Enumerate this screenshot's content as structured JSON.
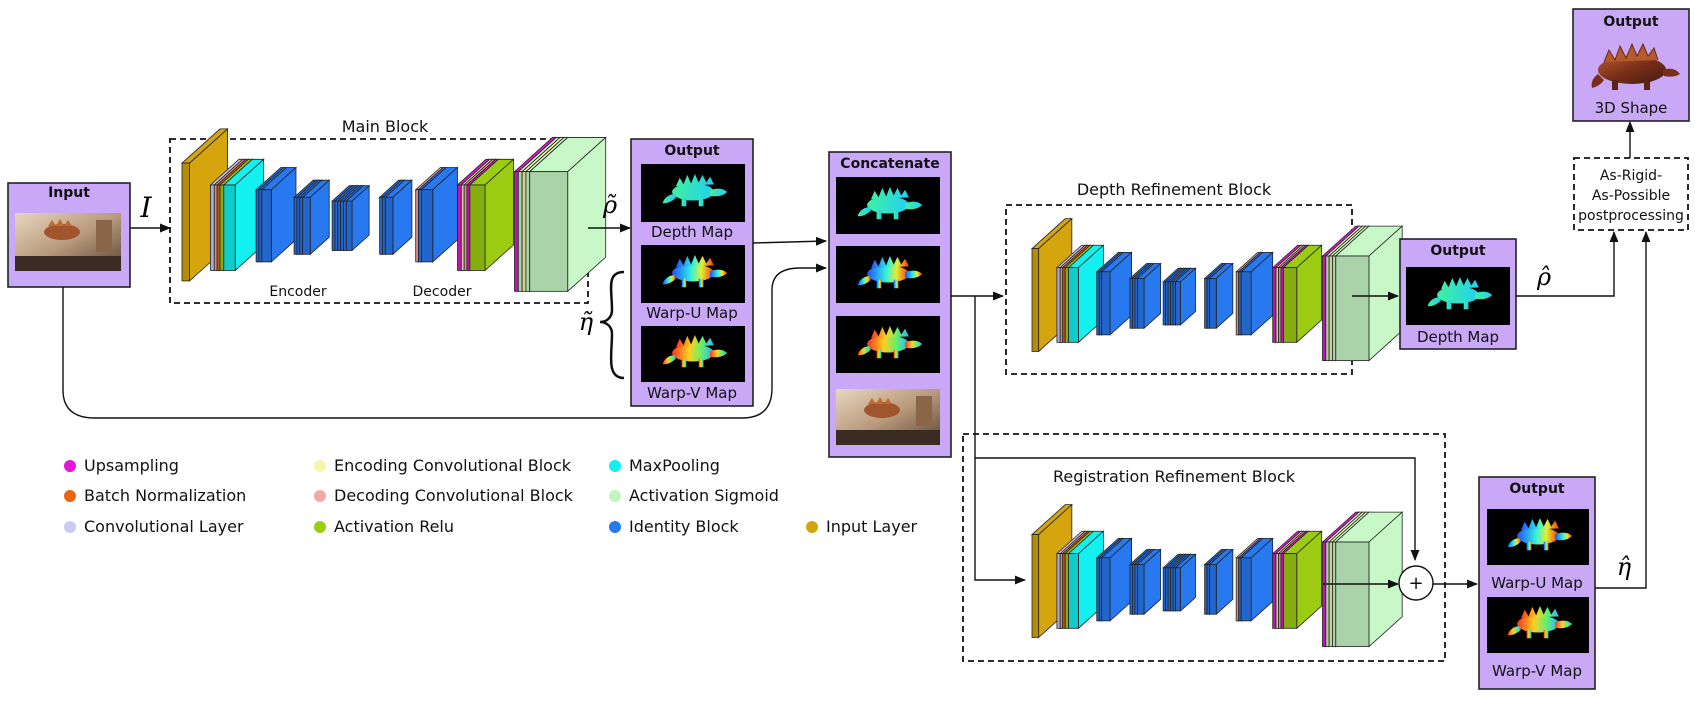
{
  "input": {
    "title": "Input",
    "symbol": "I"
  },
  "main_block": {
    "title": "Main Block",
    "encoder_label": "Encoder",
    "decoder_label": "Decoder"
  },
  "output1": {
    "title": "Output",
    "rho_tilde": "ρ̃",
    "eta_tilde": "η̃",
    "depth_label": "Depth Map",
    "warpu_label": "Warp-U Map",
    "warpv_label": "Warp-V Map"
  },
  "concat": {
    "title": "Concatenate"
  },
  "depth_refine": {
    "title": "Depth Refinement Block"
  },
  "reg_refine": {
    "title": "Registration Refinement Block",
    "plus": "+"
  },
  "output_depth": {
    "title": "Output",
    "label": "Depth Map",
    "rho_hat": "ρ̂"
  },
  "output_warp": {
    "title": "Output",
    "warpu_label": "Warp-U Map",
    "warpv_label": "Warp-V Map",
    "eta_hat": "η̂"
  },
  "arap": {
    "line1": "As-Rigid-",
    "line2": "As-Possible",
    "line3": "postprocessing"
  },
  "output_final": {
    "title": "Output",
    "label": "3D Shape"
  },
  "legend": [
    {
      "label": "Upsampling",
      "color": "#e815d8"
    },
    {
      "label": "Batch Normalization",
      "color": "#e8650f"
    },
    {
      "label": "Convolutional Layer",
      "color": "#c9c9f5"
    },
    {
      "label": "Encoding Convolutional Block",
      "color": "#f7f5a8"
    },
    {
      "label": "Decoding Convolutional Block",
      "color": "#f5a8a8"
    },
    {
      "label": "Activation Relu",
      "color": "#9ccc12"
    },
    {
      "label": "MaxPooling",
      "color": "#12f0f0"
    },
    {
      "label": "Activation Sigmoid",
      "color": "#c0f5c0"
    },
    {
      "label": "Identity Block",
      "color": "#2878f0"
    },
    {
      "label": "Input Layer",
      "color": "#d4a50c"
    }
  ],
  "colors": {
    "output_box": "#c9a9f7",
    "input_layer": "#d4a50c",
    "maxpool": "#12f0f0",
    "identity": "#2878f0",
    "relu": "#9ccc12",
    "sigmoid": "#c8f8c8",
    "upsampling": "#e815d8"
  }
}
